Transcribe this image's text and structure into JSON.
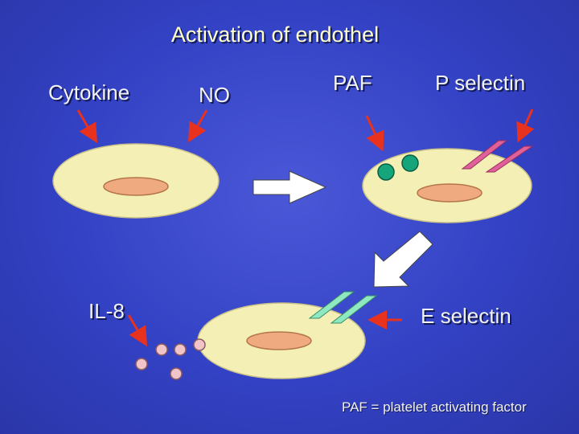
{
  "title": "Activation of endothel",
  "labels": {
    "cytokine": "Cytokine",
    "no": "NO",
    "paf": "PAF",
    "p_selectin": "P selectin",
    "il8": "IL-8",
    "e_selectin": "E selectin"
  },
  "footnote": "PAF = platelet activating factor",
  "colors": {
    "background": "#3341c4",
    "cell": "#f4efb4",
    "nucleus": "#efab7f",
    "arrow_red": "#e8321e",
    "paf_dot": "#16a57a",
    "p_selectin": "#e0609a",
    "e_selectin": "#8ee8c0",
    "il8_dot": "#f0c4c8"
  }
}
